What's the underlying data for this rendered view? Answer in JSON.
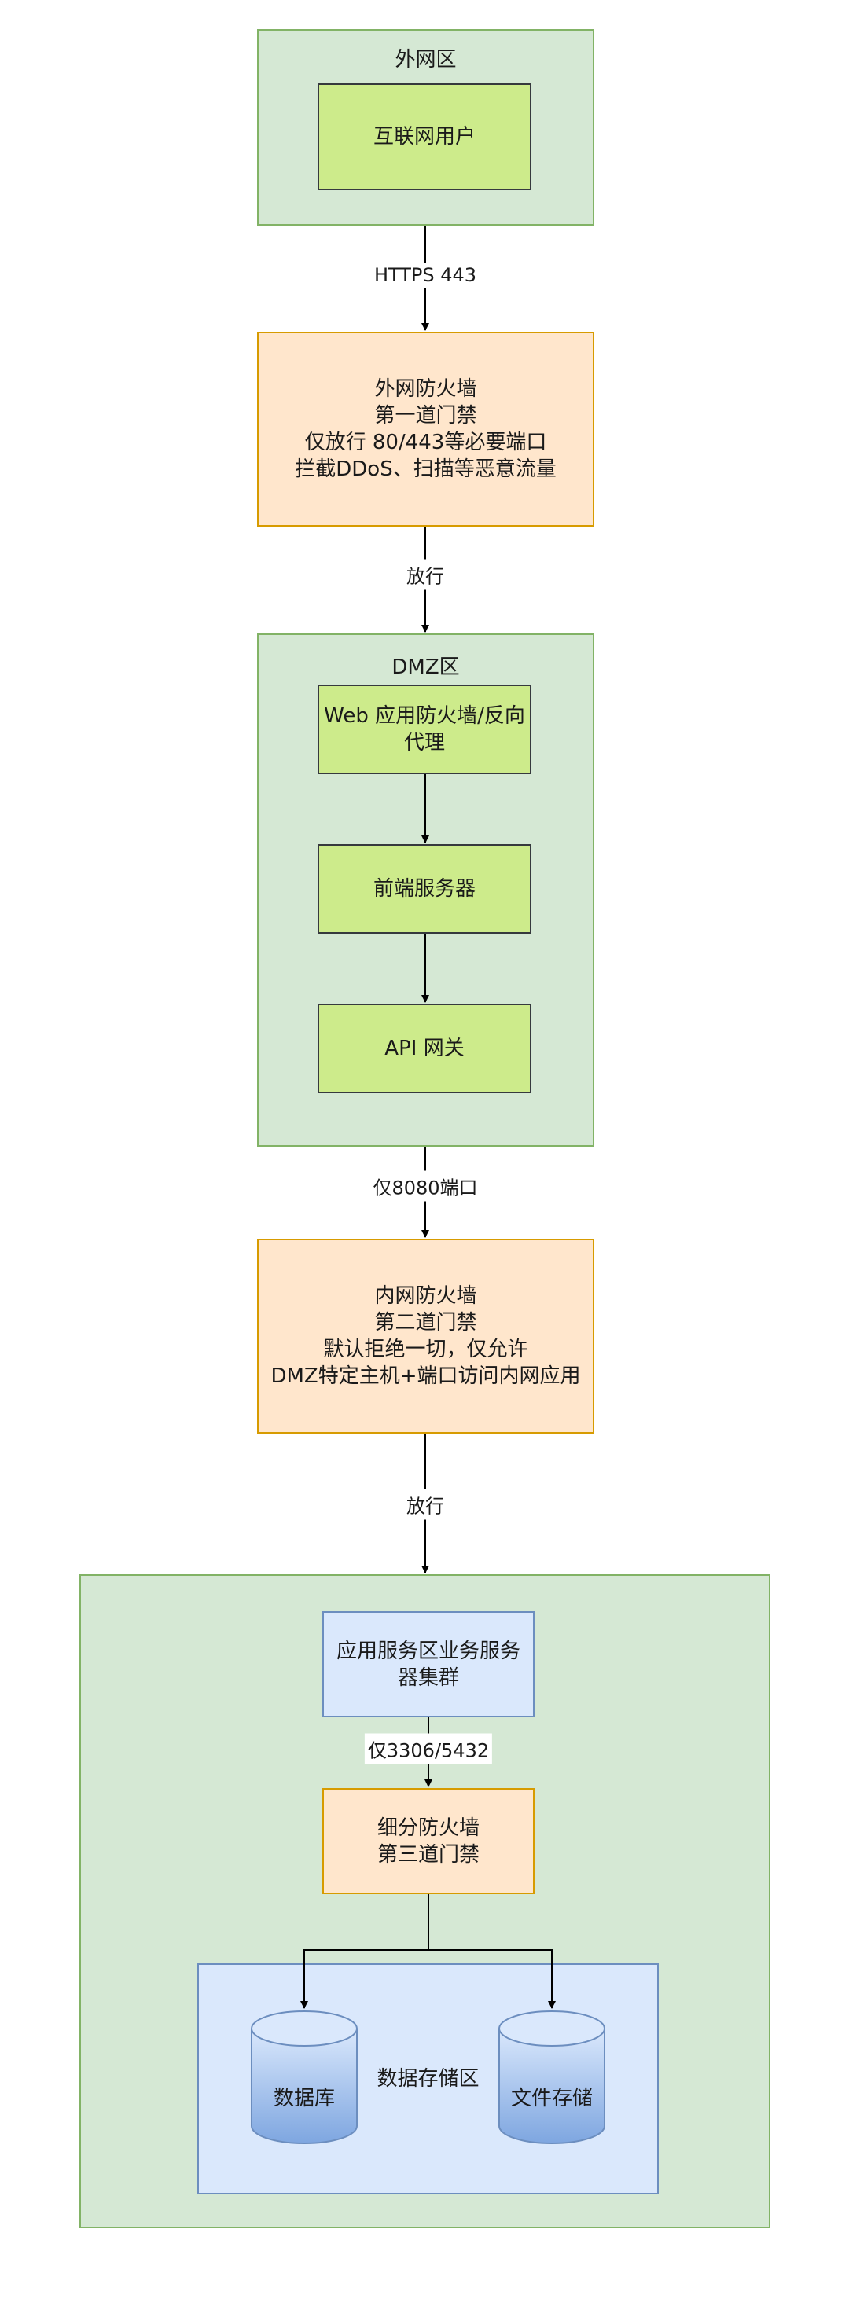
{
  "zones": {
    "external": "外网区",
    "dmz": "DMZ区",
    "storage": "数据存储区"
  },
  "nodes": {
    "internet_users": "互联网用户",
    "external_firewall": "外网防火墙\n第一道门禁\n仅放行 80/443等必要端口\n拦截DDoS、扫描等恶意流量",
    "waf_proxy": "Web 应用防火墙/反向\n代理",
    "frontend_server": "前端服务器",
    "api_gateway": "API 网关",
    "internal_firewall": "内网防火墙\n第二道门禁\n默认拒绝一切，仅允许\nDMZ特定主机+端口访问内网应用",
    "app_cluster": "应用服务区业务服务\n器集群",
    "sub_firewall": "细分防火墙\n第三道门禁",
    "database": "数据库",
    "file_storage": "文件存储"
  },
  "edges": {
    "https": "HTTPS 443",
    "allow1": "放行",
    "port8080": "仅8080端口",
    "allow2": "放行",
    "db_ports": "仅3306/5432"
  }
}
